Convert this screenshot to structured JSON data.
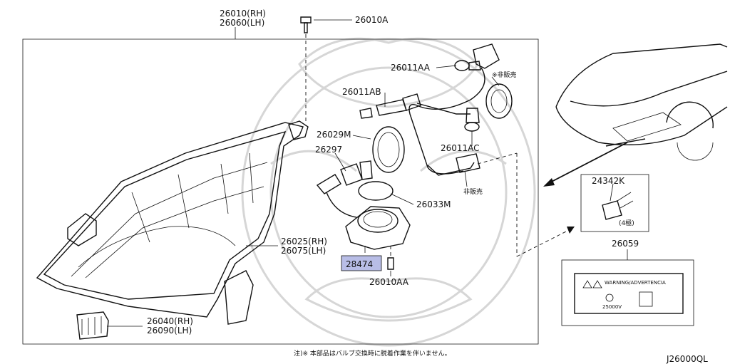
{
  "callouts": {
    "headlamp_rh": "26010(RH)",
    "headlamp_lh": "26060(LH)",
    "screw_top": "26010A",
    "bulb_26011AA": "26011AA",
    "not_sold_top": "※非販売",
    "bulb_26011AB": "26011AB",
    "part_26029M": "26029M",
    "part_26297": "26297",
    "bulb_26011AC": "26011AC",
    "not_sold_mid": "非販売",
    "part_26033M": "26033M",
    "part_24342K": "24342K",
    "four_pole": "(4極)",
    "part_26059": "26059",
    "lens_rh": "26025(RH)",
    "lens_lh": "26075(LH)",
    "ballast": "28474",
    "screw_bottom": "26010AA",
    "bracket_rh": "26040(RH)",
    "bracket_lh": "26090(LH)",
    "label_warning": "WARNING/ADVERTENCIA",
    "label_voltage": "25000V"
  },
  "footnote": "注)※ 本部品はバルブ交換時に脱着作業を伴いません。",
  "diagram_code": "J26000QL",
  "highlight_color": "#b8bde6"
}
